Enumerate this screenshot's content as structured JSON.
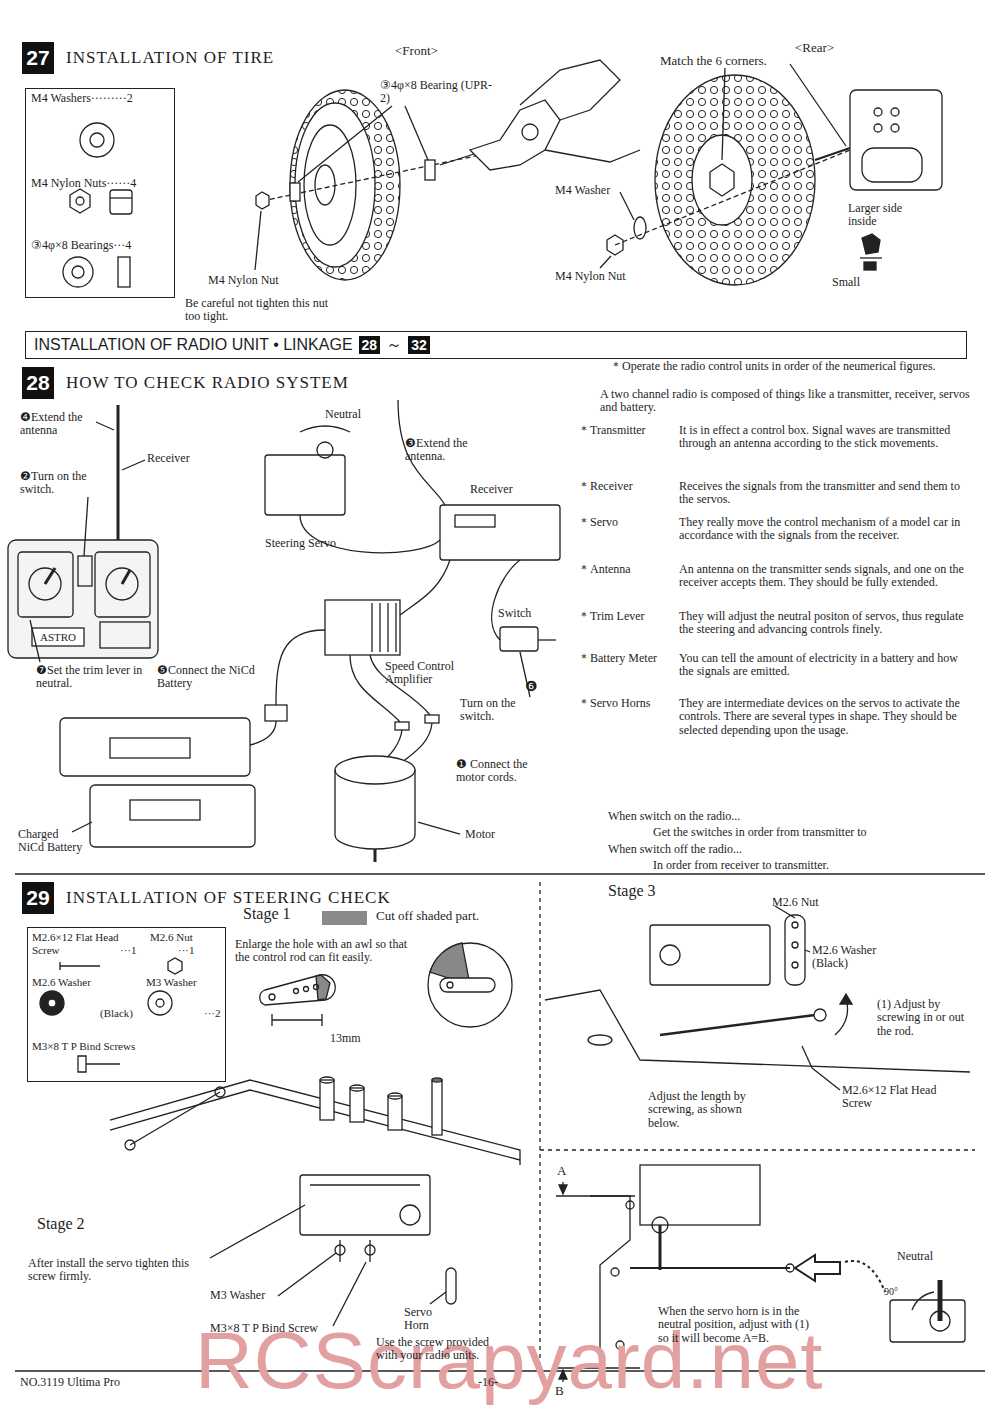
{
  "diagram": {
    "nodes": [
      {
        "text": [
          "27",
          "INSTALLATION OF TIRE"
        ]
      },
      {
        "text": [
          "M4 Washers·········2",
          "M4 Nylon Nuts······4",
          "③4φ×8 Bearings···4"
        ]
      },
      {
        "text": [
          "INSTALLATION OF RADIO UNIT • LINKAGE",
          "28",
          "～",
          "32"
        ]
      },
      {
        "text": [
          "28",
          "HOW TO CHECK RADIO SYSTEM"
        ]
      },
      {
        "text": [
          "29",
          "INSTALLATION OF STEERING CHECK"
        ]
      },
      {
        "text": [
          "M2.6×12 Flat Head Screw",
          "···1",
          "M2.6 Nut",
          "···1",
          "M2.6 Washer",
          "(Black)",
          "M3 Washer",
          "···2",
          "M3×8 T P Bind Screws"
        ]
      }
    ],
    "labels": [
      "<Front>",
      "<Rear>",
      "Match the 6 corners.",
      "③4φ×8 Bearing (UPR-2)",
      "M4 Washer",
      "Larger side inside",
      "Small",
      "M4 Nylon Nut",
      "M4 Nylon Nut",
      "Be careful not tighten this nut too tight.",
      "❹Extend the antenna",
      "Receiver",
      "❷Turn on the switch.",
      "Neutral",
      "❸Extend the antenna.",
      "Receiver",
      "Steering Servo",
      "ASTRO",
      "Switch",
      "❼Set the trim lever in neutral.",
      "❺Connect the NiCd Battery",
      "Speed Control Amplifier",
      "❻",
      "Turn on the switch.",
      "❶ Connect the motor cords.",
      "Motor",
      "Charged NiCd Battery",
      "＊Operate the radio control units in order of the neumerical figures.",
      "A two channel radio is composed of things like a transmitter, receiver, servos and battery.",
      "＊Transmitter",
      "It is in effect a control box. Signal waves are transmitted through an antenna according to the stick movements.",
      "＊Receiver",
      "Receives the signals from the transmitter and send them to the servos.",
      "＊Servo",
      "They really move the control mechanism of a model car in accordance with the signals from the receiver.",
      "＊Antenna",
      "An antenna on the transmitter sends signals, and one on the receiver accepts them. They should be fully extended.",
      "＊Trim Lever",
      "They will adjust the neutral positon of servos, thus regulate the steering and advancing controls finely.",
      "＊Battery Meter",
      "You can tell the amount of electricity in a battery and how the signals are emitted.",
      "＊Servo Horns",
      "They are intermediate devices on the servos to activate the controls. There are several types in shape. They should be selected depending upon the usage.",
      "When switch on the radio...",
      "Get the switches in order from transmitter to",
      "When switch off the radio...",
      "In order from receiver to transmitter.",
      "Stage 1",
      "Enlarge the hole with an awl so that the control rod can fit easily.",
      "13mm",
      "Stage 2",
      "After install the servo tighten this screw firmly.",
      "M3 Washer",
      "M3×8 T P Bind Screw",
      "Servo Horn",
      "Use the screw provided with your radio units.",
      "Stage 3",
      "M2.6 Nut",
      "M2.6 Washer (Black)",
      "(1) Adjust by screwing in or out the rod.",
      "Adjust the length by screwing, as shown below.",
      "M2.6×12 Flat Head Screw",
      "A",
      "B",
      "Neutral",
      "90°",
      "When the servo horn is in the neutral position, adjust with (1) so it will become A=B.",
      "NO.3119 Ultima Pro",
      "-16-",
      "RCScrapyard.net"
    ],
    "legend": [
      {
        "text": "Cut off shaded part.",
        "color": "#8a8a8a"
      }
    ]
  }
}
